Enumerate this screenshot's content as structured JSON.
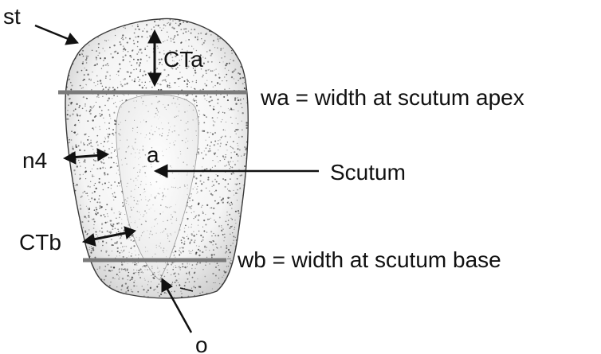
{
  "labels": {
    "st": "st",
    "cta": "CTa",
    "wa": "wa = width at scutum apex",
    "n4": "n4",
    "a": "a",
    "scutum": "Scutum",
    "ctb": "CTb",
    "wb": "wb = width at scutum base",
    "o": "o"
  },
  "colors": {
    "ink": "#111111",
    "measure_line": "#7a7a7a",
    "stipple": "#2a2a2a"
  }
}
